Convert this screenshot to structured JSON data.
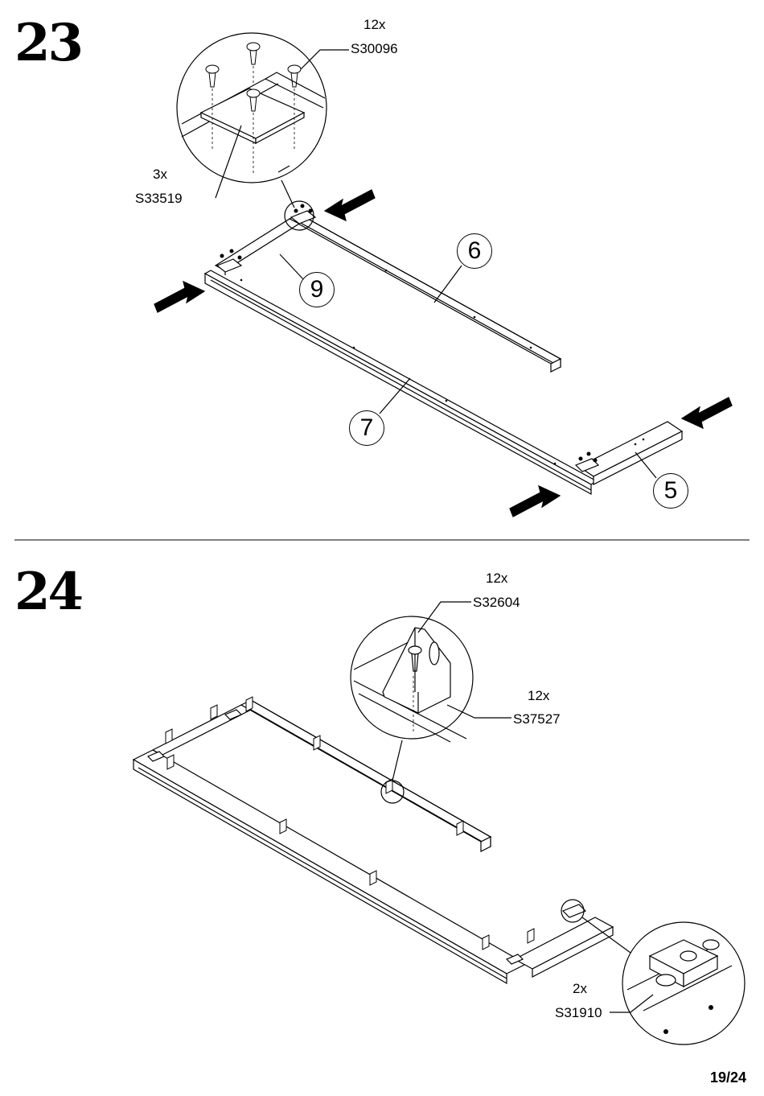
{
  "steps": [
    {
      "number": "23",
      "hardware": [
        {
          "qty": "12x",
          "code": "S30096",
          "icon": "wood-screw-icon"
        },
        {
          "qty": "3x",
          "code": "S33519",
          "icon": "metal-plate-icon"
        }
      ],
      "parts": [
        "6",
        "9",
        "7",
        "5"
      ]
    },
    {
      "number": "24",
      "hardware": [
        {
          "qty": "12x",
          "code": "S32604",
          "icon": "wood-screw-icon"
        },
        {
          "qty": "12x",
          "code": "S37527",
          "icon": "angle-bracket-icon"
        },
        {
          "qty": "2x",
          "code": "S31910",
          "icon": "connector-fitting-icon"
        }
      ]
    }
  ],
  "page_number": "19/24",
  "icons": [
    "push-arrow-icon",
    "magnifier-circle-icon"
  ]
}
